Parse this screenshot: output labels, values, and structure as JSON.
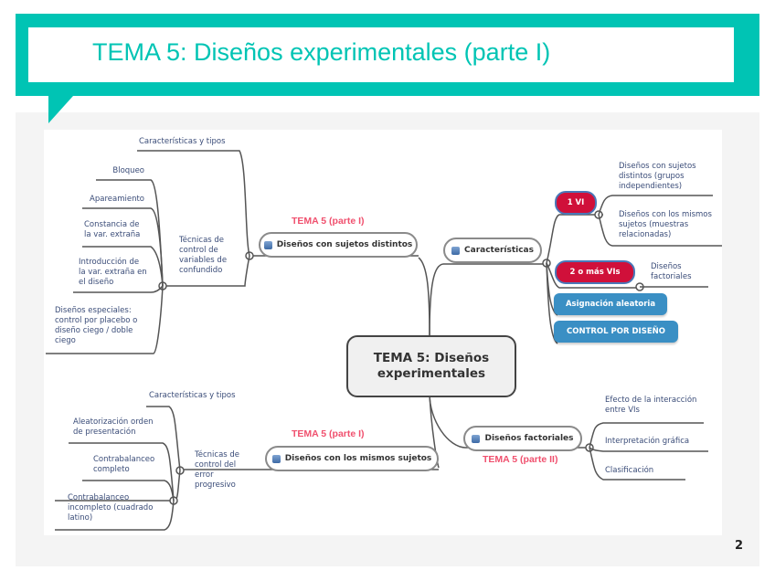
{
  "header": {
    "title": "TEMA 5: Diseños experimentales (parte I)",
    "accent_color": "#00c4b4"
  },
  "page_number": "2",
  "mindmap": {
    "central": "TEMA 5: Diseños experimentales",
    "branches": {
      "distintos": {
        "tag": "TEMA 5 (parte I)",
        "label": "Diseños con sujetos distintos",
        "icon": "number-2-icon",
        "children": {
          "caracteristicas": "Características y tipos",
          "tecnicas": "Técnicas de control de variables de confundido",
          "tecnicas_items": [
            "Bloqueo",
            "Apareamiento",
            "Constancia de la var. extraña",
            "Introducción de la var. extraña en el diseño",
            "Diseños especiales: control por placebo o diseño ciego / doble ciego"
          ]
        }
      },
      "mismos": {
        "tag": "TEMA 5 (parte I)",
        "label": "Diseños con los mismos sujetos",
        "icon": "number-3-icon",
        "children": {
          "caracteristicas": "Características y tipos",
          "tecnicas": "Técnicas de control del error progresivo",
          "tecnicas_items": [
            "Aleatorización orden de presentación",
            "Contrabalanceo completo",
            "Contrabalanceo incompleto (cuadrado latino)"
          ]
        }
      },
      "caracteristicas": {
        "label": "Características",
        "icon": "number-1-icon",
        "children": {
          "vi1": "1 VI",
          "vi1_items": [
            "Diseños con sujetos distintos (grupos independientes)",
            "Diseños con los mismos sujetos (muestras relacionadas)"
          ],
          "vi2": "2 o más VIs",
          "vi2_items": [
            "Diseños factoriales"
          ],
          "asignacion": "Asignación aleatoria",
          "control": "CONTROL POR DISEÑO"
        }
      },
      "factoriales": {
        "tag": "TEMA 5 (parte II)",
        "label": "Diseños factoriales",
        "icon": "number-4-icon",
        "children": [
          "Efecto de la interacción entre VIs",
          "Interpretación gráfica",
          "Clasificación"
        ]
      }
    },
    "colors": {
      "tag_red": "#f0506e",
      "pill_red": "#d0103a",
      "pill_blue": "#3a8fc4",
      "text_blue": "#3a4c78"
    }
  }
}
